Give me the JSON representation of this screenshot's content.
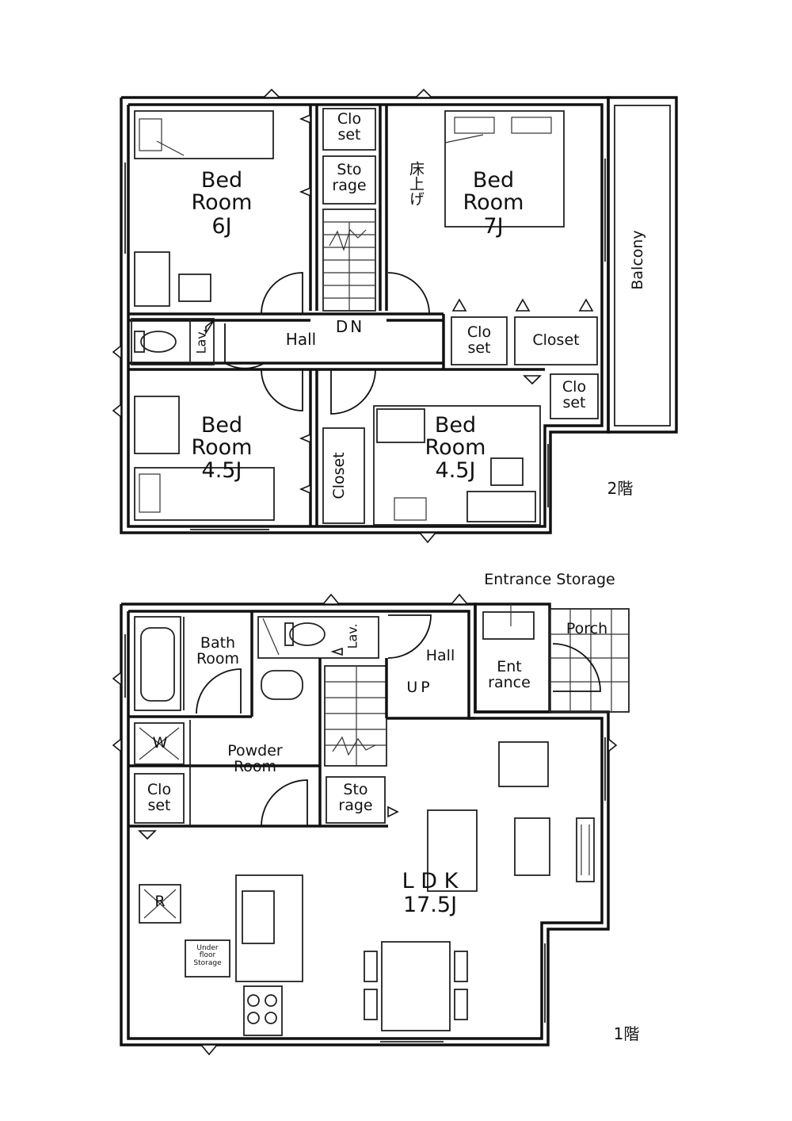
{
  "floor2": {
    "floor_label": "2階",
    "bedroom_6": {
      "name": "Bed\nRoom",
      "size": "6J"
    },
    "bedroom_7": {
      "name": "Bed\nRoom",
      "size": "7J"
    },
    "bedroom_45_left": {
      "name": "Bed\nRoom",
      "size": "4.5J"
    },
    "bedroom_45_right": {
      "name": "Bed\nRoom",
      "size": "4.5J"
    },
    "closet_top": "Clo\nset",
    "storage_top": "Sto\nrage",
    "raised_floor_note": "床上げ",
    "balcony": "Balcony",
    "hall": "Hall",
    "stairs_down": "DN",
    "lav": "Lav.",
    "closet_mid": "Clo\nset",
    "closet_right": "Closet",
    "closet_corner": "Clo\nset",
    "closet_vertical": "Closet"
  },
  "floor1": {
    "floor_label": "1階",
    "entrance_storage": "Entrance Storage",
    "bath_room": "Bath\nRoom",
    "lav": "Lav.",
    "hall": "Hall",
    "stairs_up": "UP",
    "porch": "Porch",
    "entrance": "Ent\nrance",
    "washer": "W",
    "powder_room": "Powder\nRoom",
    "closet": "Clo\nset",
    "storage": "Sto\nrage",
    "refrigerator": "R",
    "ldk": {
      "name": "L D K",
      "size": "17.5J"
    },
    "underfloor_storage": "Under\nfloor\nStorage"
  }
}
